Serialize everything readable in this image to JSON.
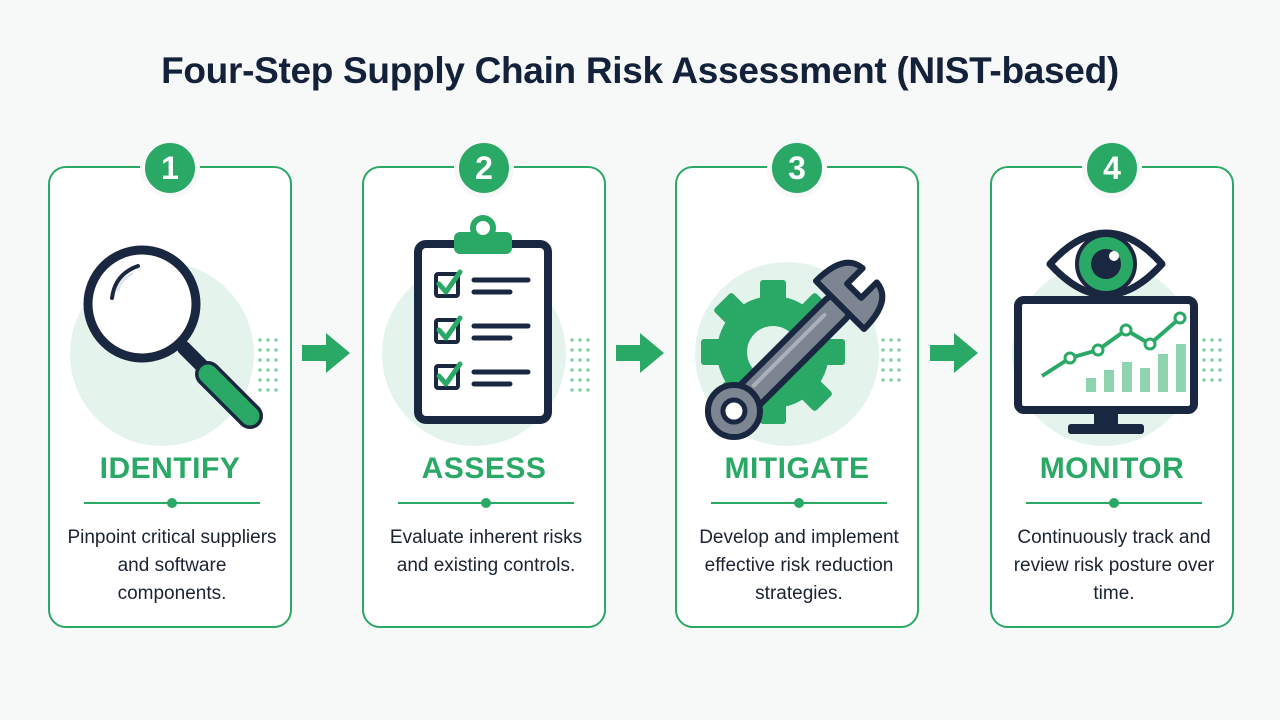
{
  "title": "Four-Step Supply Chain Risk Assessment (NIST-based)",
  "colors": {
    "accent": "#2aa866",
    "navy": "#1a2740",
    "light_circle": "#e4f4ec",
    "gray": "#7e8592"
  },
  "steps": [
    {
      "number": "1",
      "label": "IDENTIFY",
      "icon": "magnifying-glass-icon",
      "description": "Pinpoint critical suppliers and software components."
    },
    {
      "number": "2",
      "label": "ASSESS",
      "icon": "clipboard-checklist-icon",
      "description": "Evaluate inherent risks and existing controls."
    },
    {
      "number": "3",
      "label": "MITIGATE",
      "icon": "wrench-gear-icon",
      "description": "Develop and implement effective risk reduction strategies."
    },
    {
      "number": "4",
      "label": "MONITOR",
      "icon": "eye-monitor-chart-icon",
      "description": "Continuously track and review risk posture over time."
    }
  ]
}
